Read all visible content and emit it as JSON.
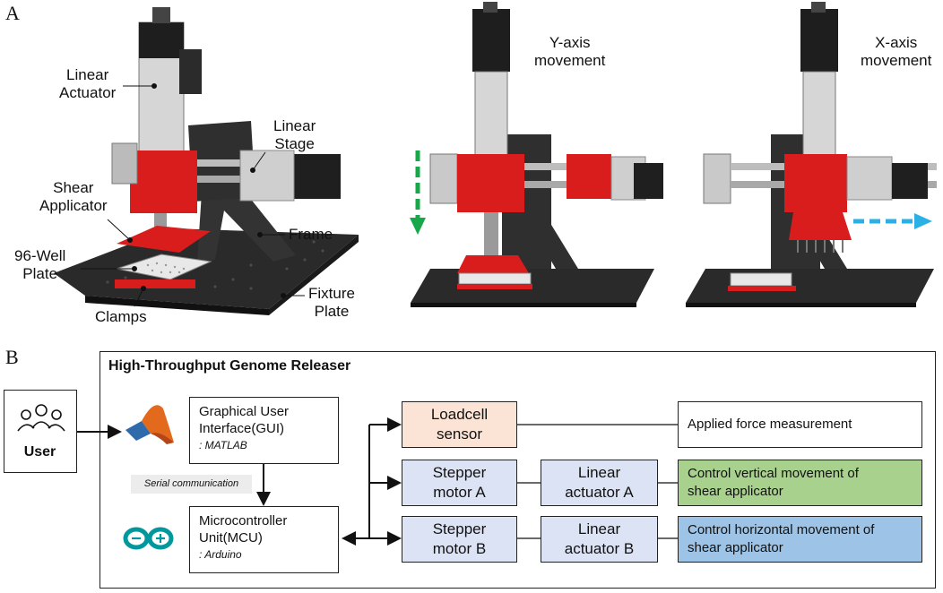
{
  "panel_a": {
    "letter": "A",
    "labels": {
      "linear_actuator": "Linear\nActuator",
      "linear_stage": "Linear\nStage",
      "shear_applicator": "Shear\nApplicator",
      "well_plate": "96-Well\nPlate",
      "frame": "Frame",
      "fixture_plate": "Fixture\nPlate",
      "clamps": "Clamps",
      "y_axis": "Y-axis\nmovement",
      "x_axis": "X-axis\nmovement"
    },
    "colors": {
      "red_part": "#d91c1c",
      "y_arrow": "#18a84a",
      "x_arrow": "#2bb0e6",
      "frame_dark": "#2a2a2a",
      "metal": "#c9c9c9"
    }
  },
  "panel_b": {
    "letter": "B",
    "title": "High-Throughput Genome Releaser",
    "user": {
      "label": "User",
      "icon": "users-icon"
    },
    "gui": {
      "line1": "Graphical User",
      "line2": "Interface(GUI)",
      "sub": ": MATLAB",
      "icon": "matlab-logo"
    },
    "serial": "Serial communication",
    "mcu": {
      "line1": "Microcontroller",
      "line2": "Unit(MCU)",
      "sub": ": Arduino",
      "icon": "arduino-logo"
    },
    "loadcell": {
      "line1": "Loadcell",
      "line2": "sensor"
    },
    "stepper_a": {
      "line1": "Stepper",
      "line2": "motor A"
    },
    "stepper_b": {
      "line1": "Stepper",
      "line2": "motor B"
    },
    "actuator_a": {
      "line1": "Linear",
      "line2": "actuator A"
    },
    "actuator_b": {
      "line1": "Linear",
      "line2": "actuator B"
    },
    "result_force": "Applied force measurement",
    "result_vertical": {
      "line1": "Control vertical movement of",
      "line2": "shear applicator"
    },
    "result_horizontal": {
      "line1": "Control horizontal movement of",
      "line2": "shear applicator"
    },
    "colors": {
      "loadcell_fill": "#fbe3d5",
      "motor_fill": "#dce3f4",
      "vertical_fill": "#a9d18e",
      "horizontal_fill": "#9dc3e6",
      "matlab_orange": "#e36a1c",
      "arduino_teal": "#00979d"
    }
  }
}
